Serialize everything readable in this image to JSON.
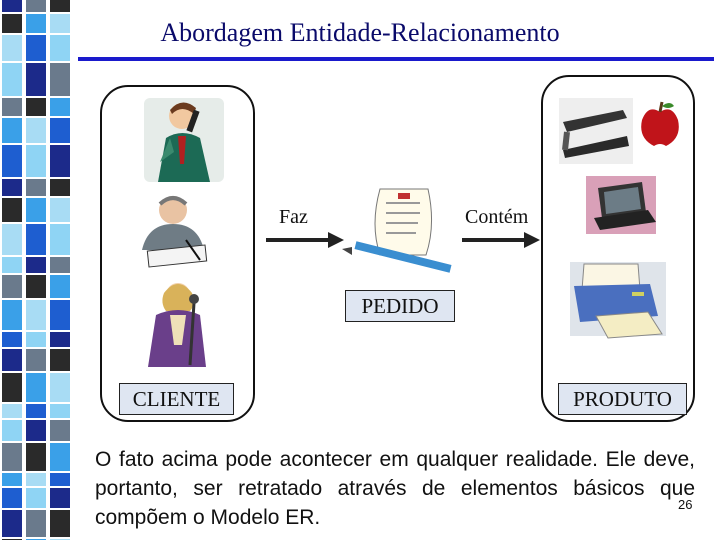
{
  "slide": {
    "title": "Abordagem Entidade-Relacionamento",
    "relation_1": "Faz",
    "relation_2": "Contém",
    "entity_cliente": "CLIENTE",
    "entity_pedido": "PEDIDO",
    "entity_produto": "PRODUTO",
    "body_text": "O fato acima pode acontecer em qualquer realidade. Ele deve, portanto, ser retratado através de elementos básicos que compõem o Modelo ER.",
    "page_number": "26"
  },
  "colors": {
    "title": "#0a0a6a",
    "title_rule": "#1a1acc",
    "label_fill": "#dfe6f2"
  }
}
